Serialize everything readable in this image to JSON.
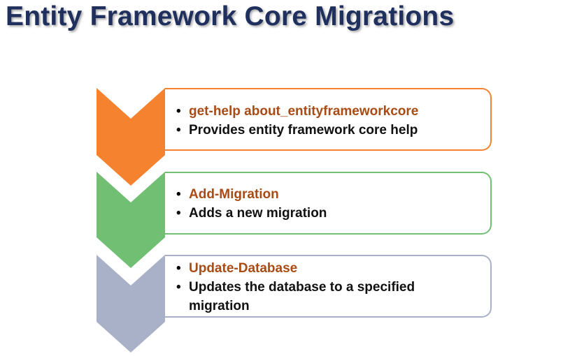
{
  "title": "Entity Framework Core Migrations",
  "colors": {
    "title": "#1f2f5e",
    "command_text": "#a84b14",
    "step1_accent": "#f4822f",
    "step2_accent": "#70bf73",
    "step3_accent": "#a9b1c8"
  },
  "steps": [
    {
      "command": "get-help about_entityframeworkcore",
      "description": "Provides entity framework core help"
    },
    {
      "command": "Add-Migration",
      "description": "Adds a new migration"
    },
    {
      "command": "Update-Database",
      "description": "Updates the database to a specified migration"
    }
  ]
}
